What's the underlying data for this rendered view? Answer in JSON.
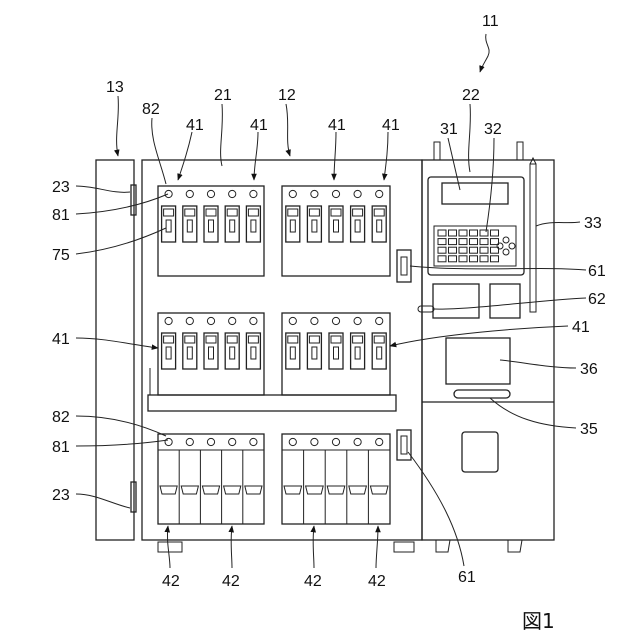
{
  "labels": {
    "l11": "11",
    "l13": "13",
    "l12": "12",
    "l21": "21",
    "l22": "22",
    "l82a": "82",
    "l41a": "41",
    "l41b": "41",
    "l41c": "41",
    "l41d": "41",
    "l31": "31",
    "l32": "32",
    "l23a": "23",
    "l81a": "81",
    "l33": "33",
    "l75": "75",
    "l61a": "61",
    "l62": "62",
    "l41e": "41",
    "l41f": "41",
    "l36": "36",
    "l82b": "82",
    "l35": "35",
    "l81b": "81",
    "l23b": "23",
    "l42a": "42",
    "l42b": "42",
    "l42c": "42",
    "l42d": "42",
    "l61b": "61"
  },
  "figure_caption": "図1"
}
